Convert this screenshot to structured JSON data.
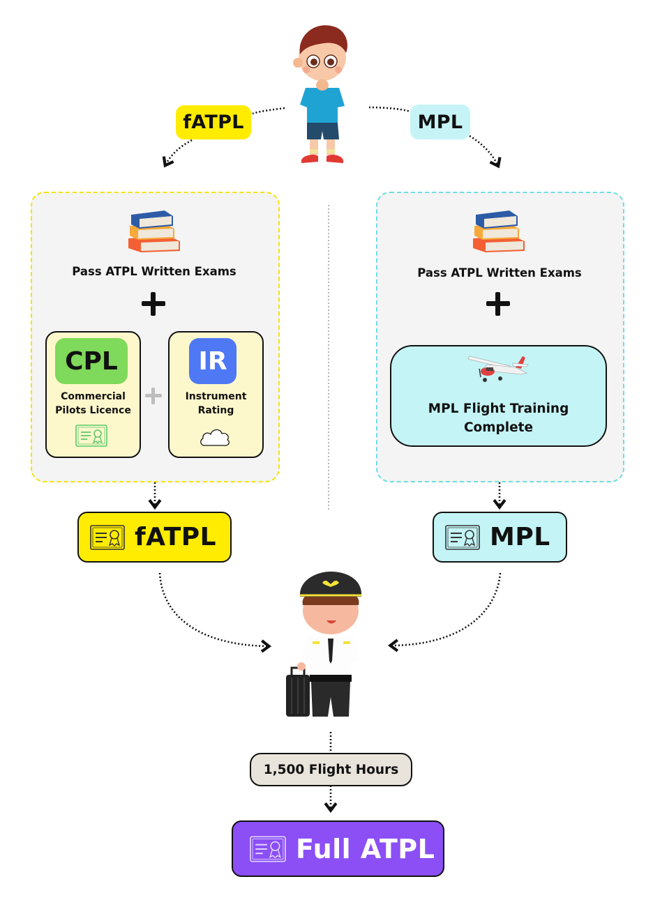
{
  "diagram": {
    "title": "Pilot licence pathways: fATPL vs MPL to Full ATPL",
    "start_figure": "thinking-boy",
    "branches": {
      "left": {
        "tag": "fATPL",
        "tag_color": "#ffec00",
        "panel_border_color": "#f3e400",
        "exam_label": "Pass ATPL Written Exams",
        "components": [
          {
            "badge": "CPL",
            "badge_color": "#7fd95a",
            "line1": "Commercial",
            "line2": "Pilots Licence",
            "icon": "certificate-icon"
          },
          {
            "badge": "IR",
            "badge_color": "#4f78f5",
            "line1": "Instrument",
            "line2": "Rating",
            "icon": "cloud-icon"
          }
        ],
        "result": "fATPL"
      },
      "right": {
        "tag": "MPL",
        "tag_color": "#c6f4f6",
        "panel_border_color": "#6cdde2",
        "exam_label": "Pass ATPL Written Exams",
        "training": {
          "line1": "MPL Flight Training",
          "line2": "Complete",
          "icon": "airplane-icon"
        },
        "result": "MPL"
      }
    },
    "merge_figure": "pilot-with-suitcase",
    "hours_label": "1,500 Flight Hours",
    "final": {
      "label": "Full ATPL",
      "color": "#8b4ff5"
    }
  }
}
